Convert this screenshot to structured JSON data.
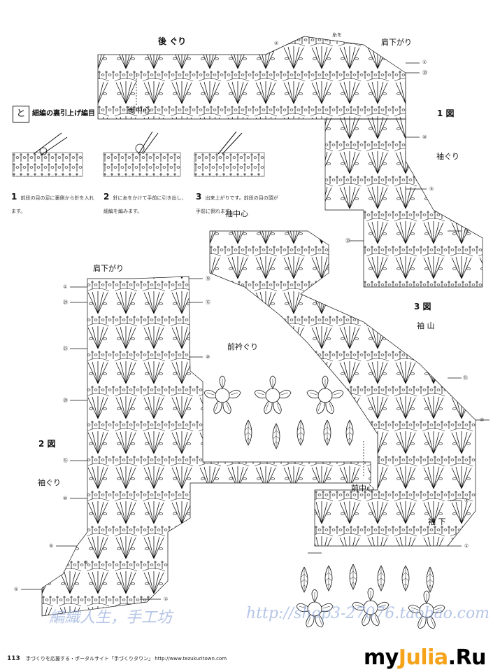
{
  "labels": {
    "back_neck": "後 ぐり",
    "back_neck_full": "後 ぐり",
    "shoulder_top": "肩下がり",
    "back_center": "後中心",
    "fig1": "1 図",
    "armhole_1": "袖ぐり",
    "sleeve_center": "袖中心",
    "shoulder_left": "肩下がり",
    "front_neck": "前衿ぐり",
    "fig3": "3 図",
    "sleeve_cap": "袖 山",
    "fig2": "2 図",
    "armhole_2": "袖ぐり",
    "front_center": "前中心",
    "sleeve_bottom": "袖 下",
    "pickup_label": "糸を"
  },
  "technique": {
    "symbol": "と",
    "title": "細編の裏引上げ編目",
    "steps": [
      {
        "num": "1",
        "text": "前段の目の足に裏側から針を入れます。"
      },
      {
        "num": "2",
        "text": "針に糸をかけて手前に引き出し、細編を編みます。"
      },
      {
        "num": "3",
        "text": "出来上がりです。前段の目の頭が手前に倒れます。"
      }
    ]
  },
  "row_markers": {
    "top": [
      "②",
      "①",
      "⑳"
    ],
    "fig1_right": [
      "⑩",
      "⑤",
      "⑮",
      "⑳"
    ],
    "fig2_left": [
      "①",
      "㉙",
      "㉕",
      "⑳",
      "⑮",
      "⑩",
      "⑤",
      "①"
    ],
    "fig2_right": [
      "⑱",
      "⑮",
      "⑩",
      "⑤",
      "①"
    ],
    "fig3_right": [
      "⑮",
      "⑩",
      "⑤",
      "①"
    ]
  },
  "watermarks": {
    "left": "編織人生，手工坊",
    "right": "http://shop3-27076.taobao.com"
  },
  "footer": {
    "page": "113",
    "text": "手づくりを応援する・ポータルサイト「手づくりタウン」 http://www.tezukuritown.com"
  },
  "brand": {
    "pre": "my",
    "mid": "Julia",
    "post": ".Ru"
  },
  "colors": {
    "ink": "#111111",
    "watermark": "#7896d2",
    "brand_accent": "#f5a31a"
  }
}
